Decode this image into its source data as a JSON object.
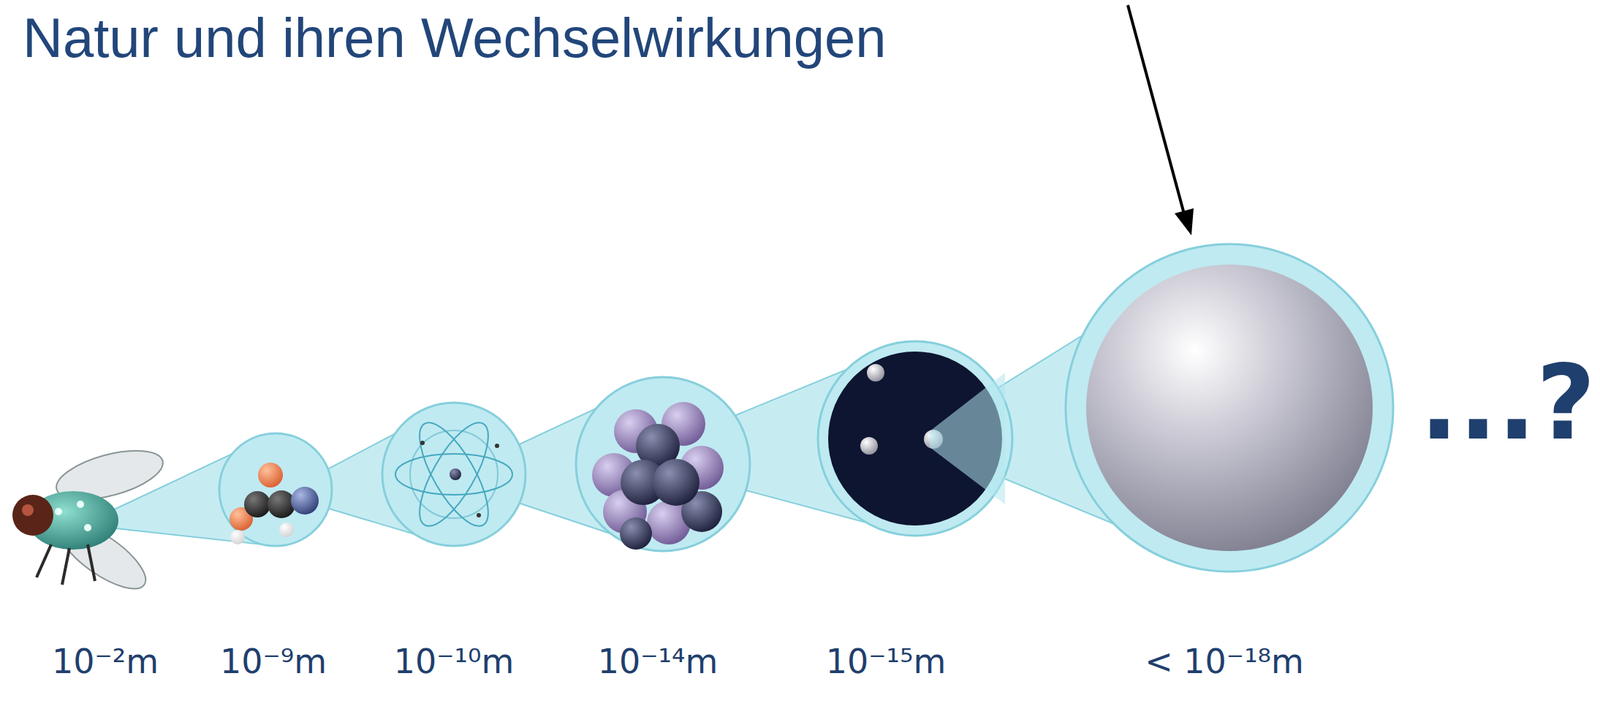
{
  "diagram": {
    "title": "Natur und ihren Wechselwirkungen",
    "labels": [
      "10⁻²m",
      "10⁻⁹m",
      "10⁻¹⁰m",
      "10⁻¹⁴m",
      "10⁻¹⁵m",
      "< 10⁻¹⁸m",
      "...?"
    ]
  }
}
